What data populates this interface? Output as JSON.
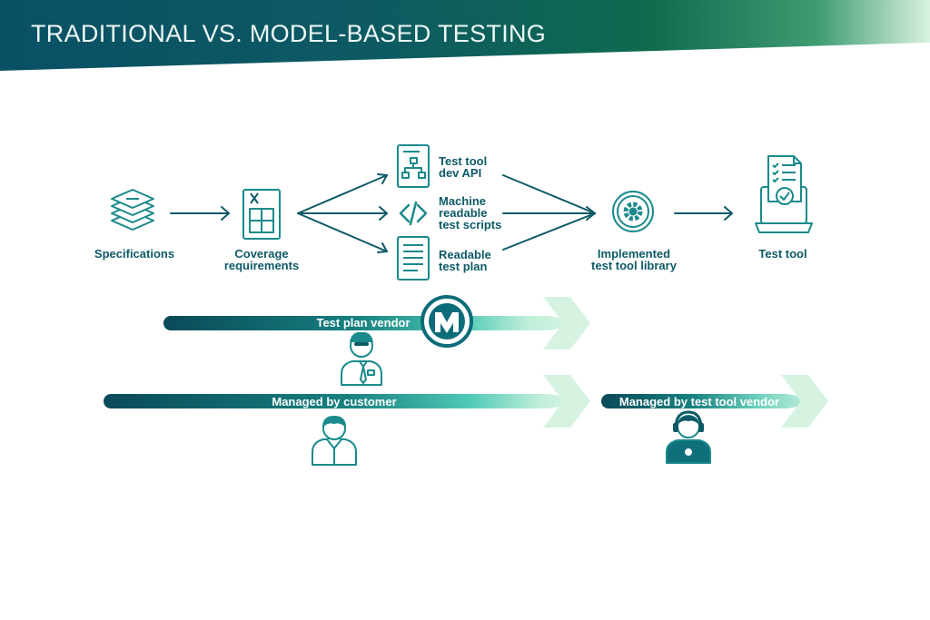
{
  "banner": {
    "title": "TRADITIONAL VS. MODEL-BASED TESTING"
  },
  "nodes": {
    "specifications": {
      "lines": [
        "Specifications"
      ]
    },
    "coverage": {
      "lines": [
        "Coverage",
        "requirements"
      ]
    },
    "dev_api": {
      "lines": [
        "Test tool",
        "dev API"
      ]
    },
    "machine_scripts": {
      "lines": [
        "Machine",
        "readable",
        "test scripts"
      ]
    },
    "readable_plan": {
      "lines": [
        "Readable",
        "test plan"
      ]
    },
    "library": {
      "lines": [
        "Implemented",
        "test tool library"
      ]
    },
    "test_tool": {
      "lines": [
        "Test tool"
      ]
    }
  },
  "bars": {
    "vendor": {
      "label": "Test plan vendor"
    },
    "customer": {
      "label": "Managed by customer"
    },
    "tool_vendor": {
      "label": "Managed by test tool vendor"
    }
  },
  "icons": {
    "specifications": "stacked-layers-icon",
    "coverage": "spreadsheet-x-icon",
    "dev_api": "document-flowchart-icon",
    "machine_scripts": "code-brackets-icon",
    "readable_plan": "document-lines-icon",
    "library": "gear-circle-icon",
    "test_tool": "laptop-checklist-icon",
    "vendor_logo": "m-logo-icon",
    "person_tie": "person-tie-icon",
    "person_plain": "person-icon",
    "person_headset": "person-headset-icon"
  },
  "colors": {
    "dark_teal": "#0d5a66",
    "icon_teal": "#1a8a8c",
    "light_green": "#d6f3e2"
  }
}
